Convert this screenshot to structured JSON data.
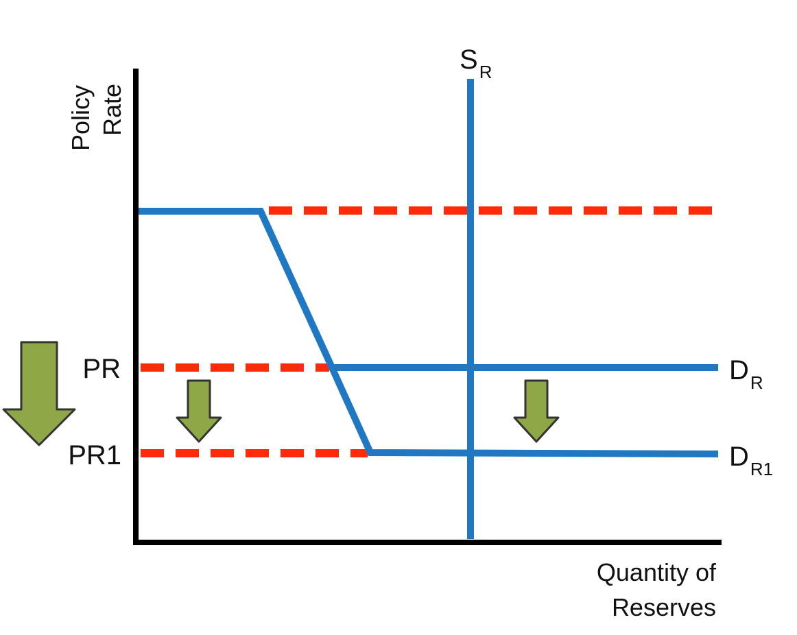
{
  "axes": {
    "y_label_line1": "Policy",
    "y_label_line2": "Rate",
    "x_label_line1": "Quantity of",
    "x_label_line2": "Reserves"
  },
  "levels": {
    "pr": "PR",
    "pr1": "PR1"
  },
  "curves": {
    "supply": {
      "main": "S",
      "sub": "R"
    },
    "demand": {
      "main": "D",
      "sub": "R"
    },
    "demand_new": {
      "main": "D",
      "sub": "R1"
    }
  },
  "colors": {
    "curve": "#1f78c1",
    "dashed": "#ff2a0a",
    "arrow_fill": "#8ea848",
    "arrow_stroke": "#333333",
    "axis": "#000000",
    "text": "#111111"
  },
  "icons": [
    "down-arrow-icon"
  ]
}
